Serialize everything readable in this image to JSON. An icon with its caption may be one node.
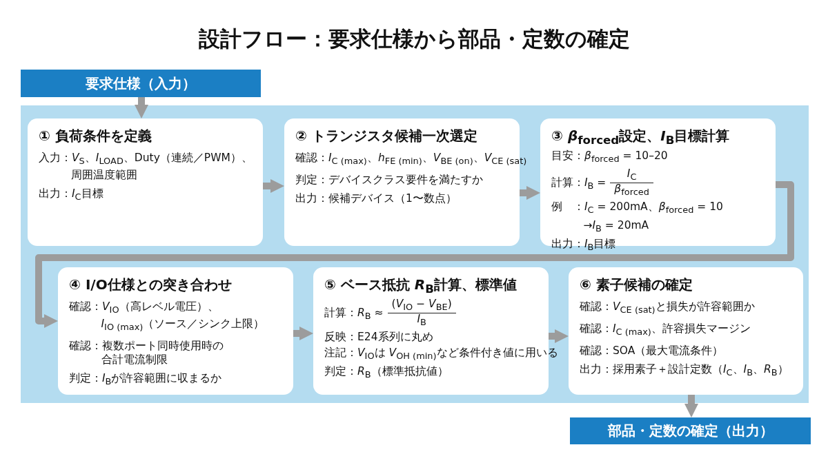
{
  "diagram": {
    "title": "設計フロー：要求仕様から部品・定数の確定",
    "nodes": [
      {
        "text": [
          "要求仕様（入力）"
        ]
      },
      {
        "text": [],
        "shape": "box"
      },
      {
        "text": [
          "① 負荷条件を定義",
          "入力：*V*$_{S}$、*I*$_{LOAD}$、Duty（連続／PWM）、",
          "周囲温度範囲",
          "出力：*I*$_{C}$目標"
        ],
        "in": 1
      },
      {
        "text": [
          "② トランジスタ候補一次選定",
          "確認：*I*$_{C (max)}$、*h*$_{FE (min)}$、*V*$_{BE (on)}$、*V*$_{CE (sat)}$",
          "判定：デバイスクラス要件を満たすか",
          "出力：候補デバイス（1〜数点）"
        ],
        "in": 1
      },
      {
        "text": [
          "③ *β*$_{forced}$設定、*I*$_{B}$目標計算",
          "目安：*β*$_{forced}$ = 10–20",
          "計算：*I*$_{B}$ =",
          "*I*$_{C}$",
          "*β*$_{forced}$",
          "例　：*I*$_{C}$ = 200mA、*β*$_{forced}$ = 10",
          "→*I*$_{B}$ = 20mA",
          "出力：*I*$_{B}$目標"
        ],
        "in": 1
      },
      {
        "text": [
          "④ I/O仕様との突き合わせ",
          "確認：*V*$_{IO}$（高レベル電圧）、",
          "*I*$_{IO (max)}$（ソース／シンク上限）",
          "確認：複数ポート同時使用時の",
          "合計電流制限",
          "判定：*I*$_{B}$が許容範囲に収まるか"
        ],
        "in": 1
      },
      {
        "text": [
          "⑤ ベース抵抗 *R*$_{B}$計算、標準値",
          "計算：*R*$_{B}$ ≈",
          "(*V*$_{IO}$ − *V*$_{BE}$)",
          "*I*$_{B}$",
          "反映：E24系列に丸め",
          "注記：*V*$_{IO}$は *V*$_{OH (min)}$など条件付き値に用いる",
          "判定：*R*$_{B}$（標準抵抗値）"
        ],
        "in": 1
      },
      {
        "text": [
          "⑥ 素子候補の確定",
          "確認：*V*$_{CE (sat)}$と損失が許容範囲か",
          "確認：*I*$_{C (max)}$、許容損失マージン",
          "確認：SOA（最大電流条件）",
          "出力：採用素子＋設計定数（*I*$_{C}$、*I*$_{B}$、*R*$_{B}$）"
        ],
        "in": 1
      },
      {
        "text": [
          "部品・定数の確定（出力）"
        ]
      }
    ],
    "edges": [
      {
        "from": 0,
        "to": 2,
        "arrow": "to"
      },
      {
        "from": 2,
        "to": 3,
        "arrow": "to"
      },
      {
        "from": 3,
        "to": 4,
        "arrow": "to"
      },
      {
        "from": 4,
        "to": 5,
        "arrow": "to"
      },
      {
        "from": 5,
        "to": 6,
        "arrow": "to"
      },
      {
        "from": 6,
        "to": 7,
        "arrow": "to"
      },
      {
        "from": 7,
        "to": 8,
        "arrow": "to"
      }
    ]
  }
}
